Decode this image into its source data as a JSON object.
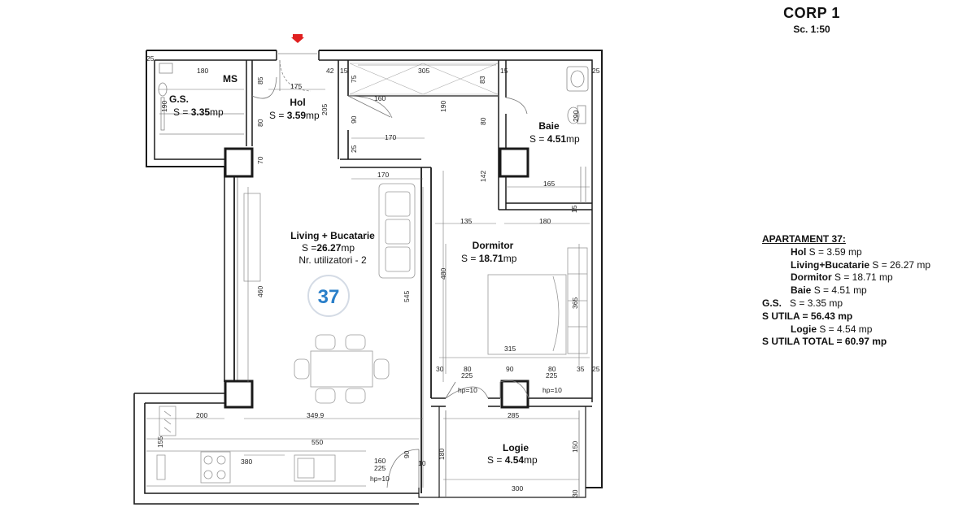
{
  "header": {
    "title": "CORP 1",
    "scale": "Sc. 1:50"
  },
  "apartment_number": "37",
  "rooms": {
    "gs": {
      "name": "G.S.",
      "area_prefix": "S = ",
      "area_value": "3.35",
      "area_unit": "mp"
    },
    "ms": {
      "name": "MS"
    },
    "hol": {
      "name": "Hol",
      "area_prefix": "S = ",
      "area_value": "3.59",
      "area_unit": "mp"
    },
    "baie": {
      "name": "Baie",
      "area_prefix": "S = ",
      "area_value": "4.51",
      "area_unit": "mp"
    },
    "living": {
      "name": "Living + Bucatarie",
      "area_prefix": "S =",
      "area_value": "26.27",
      "area_unit": "mp",
      "users": "Nr. utilizatori - 2"
    },
    "dormitor": {
      "name": "Dormitor",
      "area_prefix": "S = ",
      "area_value": "18.71",
      "area_unit": "mp"
    },
    "logie": {
      "name": "Logie",
      "area_prefix": "S = ",
      "area_value": "4.54",
      "area_unit": "mp"
    }
  },
  "dimensions": {
    "d25_tl": "25",
    "d180_gs": "180",
    "d190_gs": "190",
    "d85": "85",
    "d80_hol": "80",
    "d70": "70",
    "d175": "175",
    "d205": "205",
    "d42": "42",
    "d15_a": "15",
    "d75": "75",
    "d305": "305",
    "d83": "83",
    "d15_b": "15",
    "d25_tr": "25",
    "d290": "290",
    "d160_hol": "160",
    "d90_hol": "90",
    "d170_a": "170",
    "d25_mid": "25",
    "d190_mid": "190",
    "d80_baie": "80",
    "d142": "142",
    "d170_b": "170",
    "d165": "165",
    "d15_c": "15",
    "d135": "135",
    "d180_dorm": "180",
    "d460": "460",
    "d545": "545",
    "d480": "480",
    "d365": "365",
    "d315": "315",
    "d30": "30",
    "d80_a": "80",
    "d225_a": "225",
    "d90_dorm": "90",
    "d80_b": "80",
    "d225_b": "225",
    "d35": "35",
    "d25_r": "25",
    "hp10_a": "hp=10",
    "hp10_b": "hp=10",
    "d285": "285",
    "d200": "200",
    "d349": "349.9",
    "d155": "155",
    "d550": "550",
    "d380": "380",
    "d160_k": "160",
    "d225_k": "225",
    "d90_k": "90",
    "d10": "10",
    "hp10_c": "hp=10",
    "d180_logie": "180",
    "d150": "150",
    "d300": "300",
    "d30_b": "30"
  },
  "summary": {
    "heading": "APARTAMENT 37:",
    "hol": {
      "label": "Hol",
      "value": " S = 3.59 mp"
    },
    "living": {
      "label": "Living+Bucatarie",
      "value": " S = 26.27 mp"
    },
    "dormitor": {
      "label": "Dormitor",
      "value": " S = 18.71 mp"
    },
    "baie": {
      "label": "Baie",
      "value": " S = 4.51 mp"
    },
    "gs": {
      "label": "G.S.",
      "value": "   S = 3.35 mp"
    },
    "s_utila": {
      "label": "S UTILA = 56.43 mp"
    },
    "logie": {
      "label": "Logie",
      "value": " S = 4.54 mp"
    },
    "s_total": {
      "label": "S UTILA TOTAL = 60.97 mp"
    }
  },
  "colors": {
    "wall": "#1a1a1a",
    "line": "#555555",
    "accent": "#2a7fc9",
    "entry_arrow": "#e02020"
  }
}
